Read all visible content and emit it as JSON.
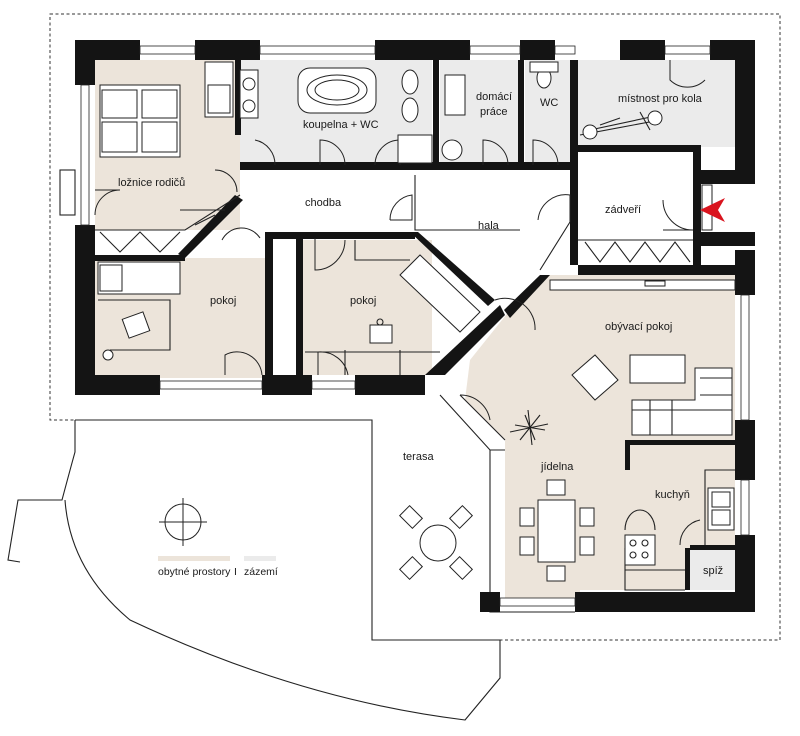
{
  "colors": {
    "living_fill": "#ece4da",
    "service_fill": "#ebebeb",
    "wall": "#141414",
    "entry_arrow": "#d9141e"
  },
  "rooms": {
    "loznice": "ložnice rodičů",
    "koupelna": "koupelna + WC",
    "domaci_line1": "domácí",
    "domaci_line2": "práce",
    "wc": "WC",
    "kola": "místnost pro kola",
    "chodba": "chodba",
    "hala": "hala",
    "zadveri": "zádveří",
    "pokoj1": "pokoj",
    "pokoj2": "pokoj",
    "obyvaci": "obývací pokoj",
    "jidelna": "jídelna",
    "kuchyn": "kuchyň",
    "spiz": "spíž",
    "terasa": "terasa"
  },
  "legend": {
    "living": "obytné prostory",
    "separator": "I",
    "service": "zázemí"
  },
  "icons": {
    "north": "north-compass-icon",
    "entry": "entry-arrow-icon"
  }
}
